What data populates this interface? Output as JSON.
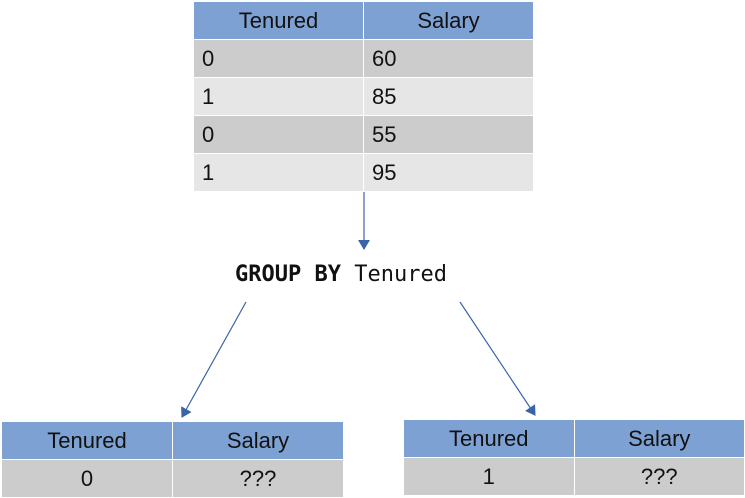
{
  "source_table": {
    "headers": [
      "Tenured",
      "Salary"
    ],
    "rows": [
      [
        "0",
        "60"
      ],
      [
        "1",
        "85"
      ],
      [
        "0",
        "55"
      ],
      [
        "1",
        "95"
      ]
    ]
  },
  "operation": {
    "keyword": "GROUP BY",
    "column": "Tenured"
  },
  "group_left": {
    "headers": [
      "Tenured",
      "Salary"
    ],
    "row": [
      "0",
      "???"
    ]
  },
  "group_right": {
    "headers": [
      "Tenured",
      "Salary"
    ],
    "row": [
      "1",
      "???"
    ]
  },
  "colors": {
    "header_bg": "#7ea1d3",
    "row_dark": "#cccccc",
    "row_light": "#e6e6e6",
    "arrow": "#3a64a8"
  }
}
